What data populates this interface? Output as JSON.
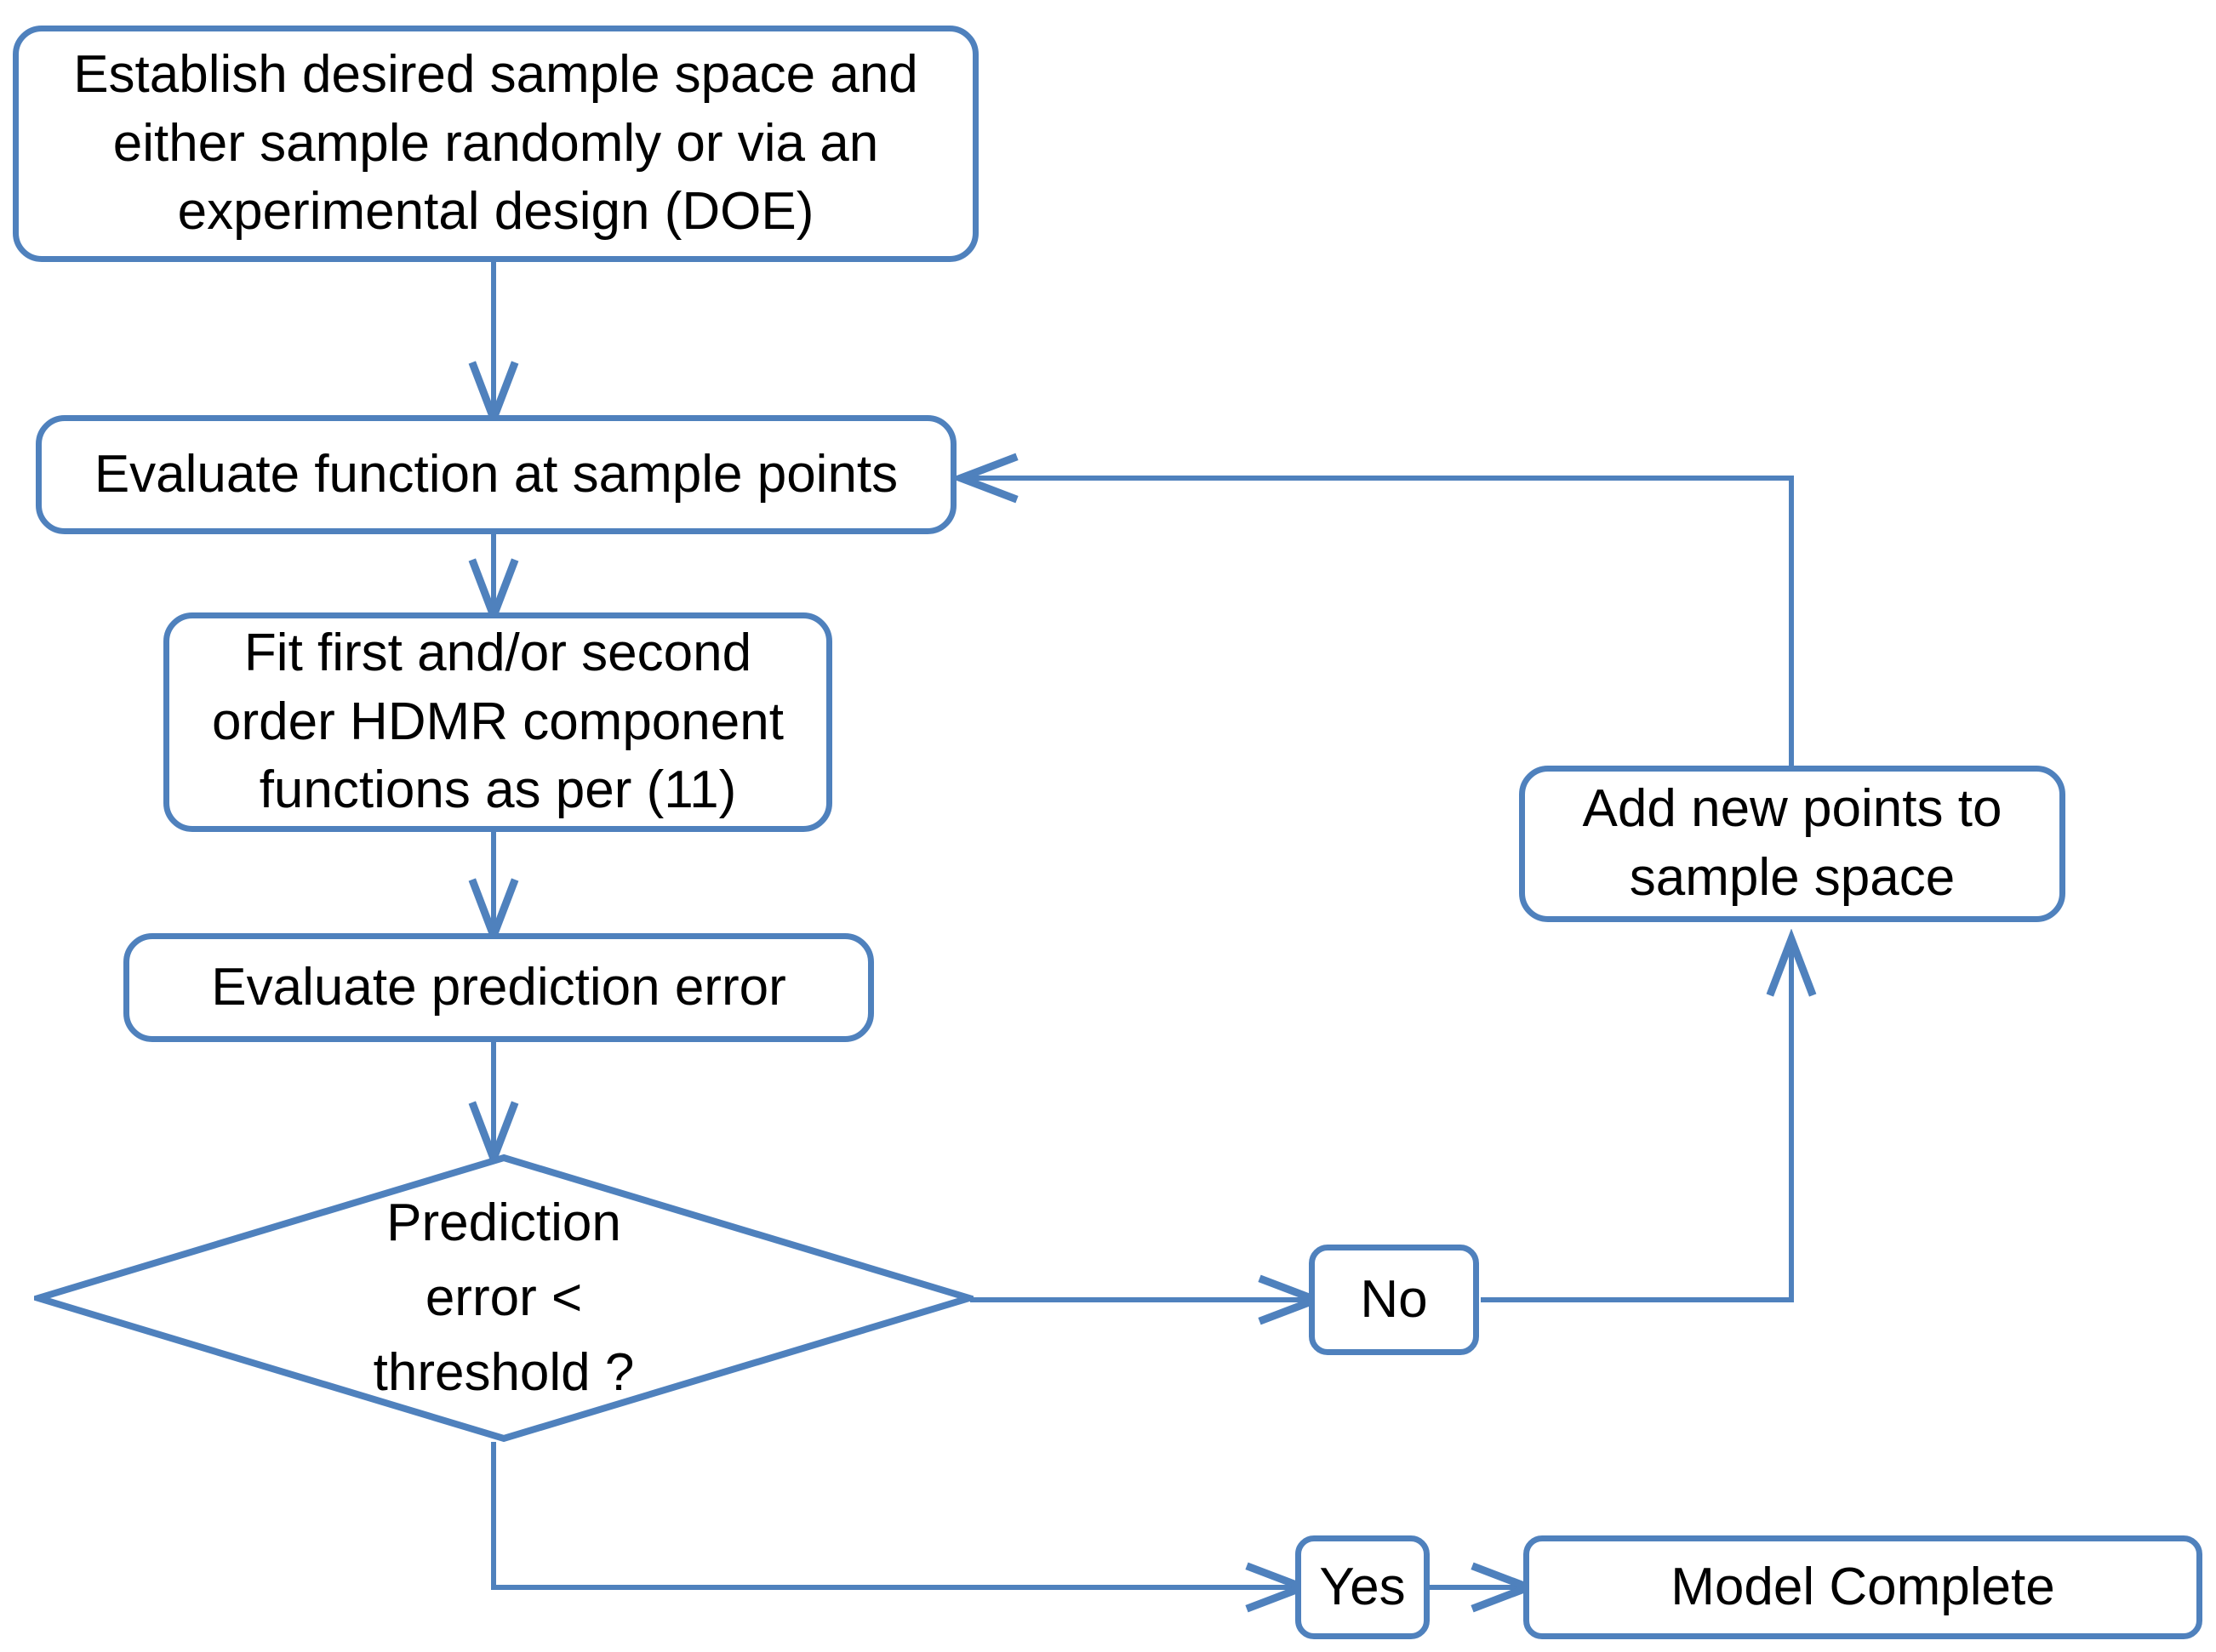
{
  "diagram": {
    "title": "HDMR surrogate model construction flowchart",
    "accent_color": "#4f81bd",
    "text_color": "#000000",
    "background_color": "#ffffff",
    "nodes": {
      "establish_sample_space": "Establish desired sample space and either sample randomly or via an experimental design (DOE)",
      "evaluate_function": "Evaluate function at sample points",
      "fit_hdmr": "Fit first and/or second order HDMR component functions as per (11)",
      "evaluate_error": "Evaluate prediction error",
      "decision": "Prediction\nerror <\nthreshold ?",
      "add_points": "Add new points to sample space",
      "branch_no": "No",
      "branch_yes": "Yes",
      "model_complete": "Model Complete"
    },
    "edges": [
      {
        "name": "establish-to-evaluate",
        "from": "establish_sample_space",
        "to": "evaluate_function"
      },
      {
        "name": "evaluate-to-fit",
        "from": "evaluate_function",
        "to": "fit_hdmr"
      },
      {
        "name": "fit-to-error",
        "from": "fit_hdmr",
        "to": "evaluate_error"
      },
      {
        "name": "error-to-decision",
        "from": "evaluate_error",
        "to": "decision"
      },
      {
        "name": "decision-to-no",
        "from": "decision",
        "to": "branch_no"
      },
      {
        "name": "no-to-add-points",
        "from": "branch_no",
        "to": "add_points"
      },
      {
        "name": "add-points-to-evaluate",
        "from": "add_points",
        "to": "evaluate_function"
      },
      {
        "name": "decision-to-yes",
        "from": "decision",
        "to": "branch_yes"
      },
      {
        "name": "yes-to-model-complete",
        "from": "branch_yes",
        "to": "model_complete"
      }
    ]
  }
}
